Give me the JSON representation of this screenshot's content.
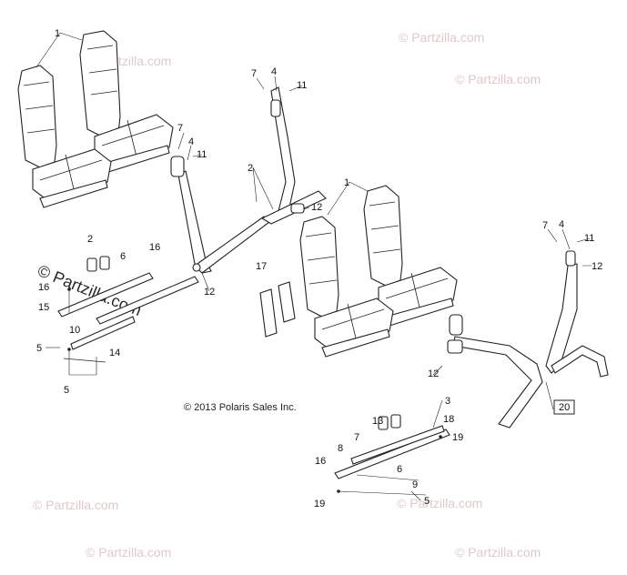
{
  "diagram": {
    "copyright": "© 2013 Polaris Sales Inc.",
    "watermark": "© Partzilla.com",
    "watermark_main": "© Partzilla.com",
    "boxed_label": "20",
    "labels": {
      "l1a": "1",
      "l1b": "1",
      "l2a": "2",
      "l2b": "2",
      "l3": "3",
      "l4a": "4",
      "l4b": "4",
      "l4c": "4",
      "l5a": "5",
      "l5b": "5",
      "l5c": "5",
      "l6a": "6",
      "l6b": "6",
      "l7a": "7",
      "l7b": "7",
      "l7c": "7",
      "l7d": "7",
      "l8": "8",
      "l9": "9",
      "l10": "10",
      "l11a": "11",
      "l11b": "11",
      "l11c": "11",
      "l12a": "12",
      "l12b": "12",
      "l12c": "12",
      "l12d": "12",
      "l13": "13",
      "l14": "14",
      "l15": "15",
      "l16a": "16",
      "l16b": "16",
      "l16c": "16",
      "l17": "17",
      "l18": "18",
      "l19a": "19",
      "l19b": "19"
    }
  }
}
